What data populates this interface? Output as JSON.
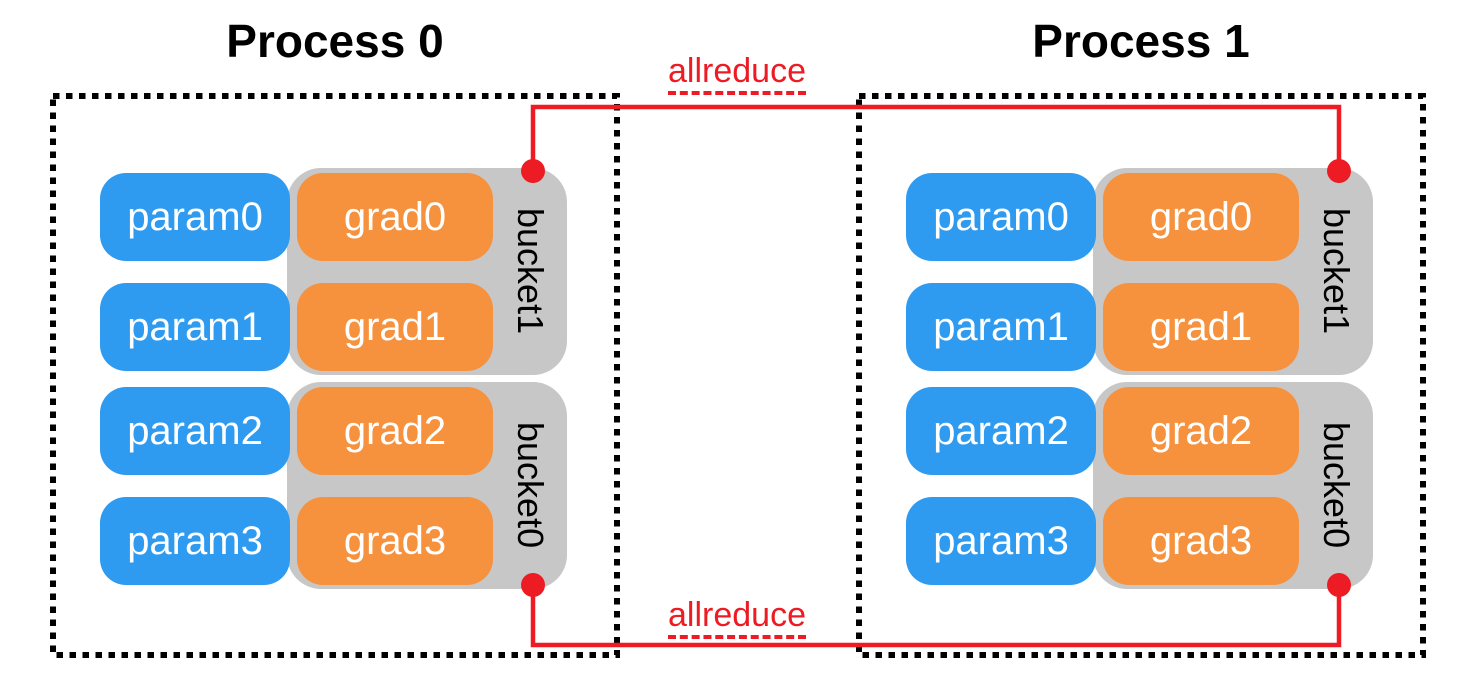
{
  "diagram": {
    "description": "Distributed data parallel gradient bucketing with allreduce across two processes"
  },
  "processes": [
    {
      "title": "Process 0",
      "params": [
        "param0",
        "param1",
        "param2",
        "param3"
      ],
      "buckets": [
        {
          "label": "bucket1",
          "grads": [
            "grad0",
            "grad1"
          ]
        },
        {
          "label": "bucket0",
          "grads": [
            "grad2",
            "grad3"
          ]
        }
      ]
    },
    {
      "title": "Process 1",
      "params": [
        "param0",
        "param1",
        "param2",
        "param3"
      ],
      "buckets": [
        {
          "label": "bucket1",
          "grads": [
            "grad0",
            "grad1"
          ]
        },
        {
          "label": "bucket0",
          "grads": [
            "grad2",
            "grad3"
          ]
        }
      ]
    }
  ],
  "connections": {
    "top_label": "allreduce",
    "bottom_label": "allreduce"
  },
  "colors": {
    "param_blue": "#2E9BF0",
    "grad_orange": "#F6913D",
    "bucket_gray": "#C7C7C7",
    "line_red": "#ED1C24",
    "ink_black": "#000000",
    "text_white": "#FFFFFF"
  }
}
